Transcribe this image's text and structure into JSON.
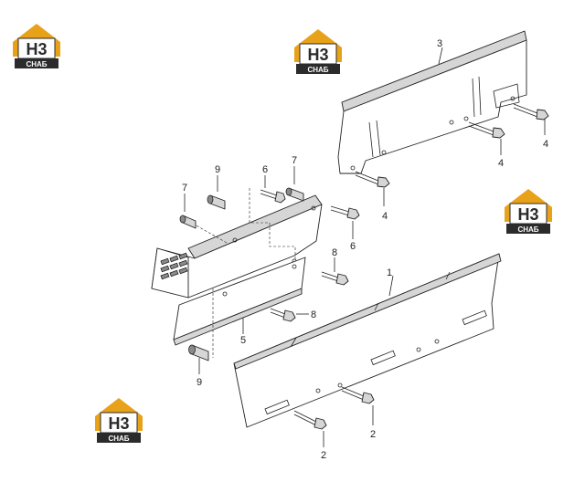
{
  "logo": {
    "mark": "H3",
    "caption": "СНАБ",
    "colors": {
      "accent": "#e8a21a",
      "dark": "#2b2b2b",
      "light": "#ffffff"
    }
  },
  "callouts": [
    {
      "id": "c1",
      "label": "1"
    },
    {
      "id": "c2a",
      "label": "2"
    },
    {
      "id": "c2b",
      "label": "2"
    },
    {
      "id": "c3",
      "label": "3"
    },
    {
      "id": "c4a",
      "label": "4"
    },
    {
      "id": "c4b",
      "label": "4"
    },
    {
      "id": "c4c",
      "label": "4"
    },
    {
      "id": "c5",
      "label": "5"
    },
    {
      "id": "c6a",
      "label": "6"
    },
    {
      "id": "c6b",
      "label": "6"
    },
    {
      "id": "c7a",
      "label": "7"
    },
    {
      "id": "c7b",
      "label": "7"
    },
    {
      "id": "c8a",
      "label": "8"
    },
    {
      "id": "c8b",
      "label": "8"
    },
    {
      "id": "c9a",
      "label": "9"
    },
    {
      "id": "c9b",
      "label": "9"
    }
  ]
}
